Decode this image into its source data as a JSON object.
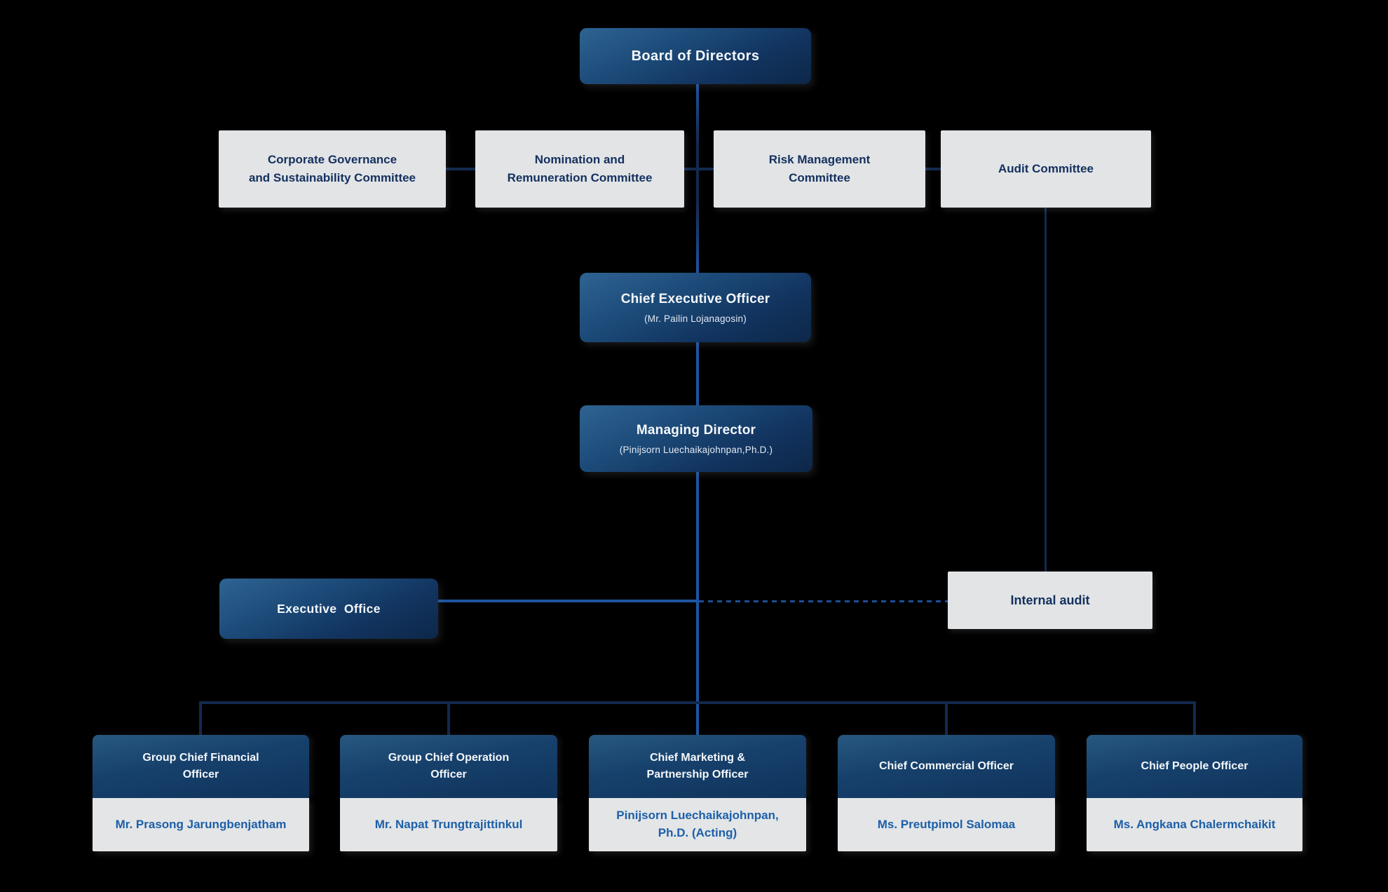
{
  "colors": {
    "background": "#000000",
    "box_blue_gradient_top": "#2e6392",
    "box_blue_gradient_bottom": "#0d2748",
    "box_gray": "#e2e4e6",
    "text_on_blue": "#f4f7fa",
    "text_navy": "#14305e",
    "text_name_blue": "#1d5fa8",
    "connector_dark": "#13294e",
    "connector_bright": "#1d55a2"
  },
  "nodes": {
    "board": {
      "label": "Board of Directors"
    },
    "committees": [
      {
        "label": "Corporate Governance\nand Sustainability Committee"
      },
      {
        "label": "Nomination and\nRemuneration Committee"
      },
      {
        "label": "Risk Management\nCommittee"
      },
      {
        "label": "Audit Committee"
      }
    ],
    "ceo": {
      "title": "Chief Executive Officer",
      "name": "(Mr. Pailin Lojanagosin)"
    },
    "md": {
      "title": "Managing Director",
      "name": "(Pinijsorn Luechaikajohnpan,Ph.D.)"
    },
    "executive_office": {
      "label": "Executive  Office"
    },
    "internal_audit": {
      "label": "Internal audit"
    },
    "executives": [
      {
        "title": "Group Chief Financial\nOfficer",
        "name": "Mr. Prasong Jarungbenjatham"
      },
      {
        "title": "Group Chief Operation\nOfficer",
        "name": "Mr. Napat Trungtrajittinkul"
      },
      {
        "title": "Chief Marketing &\nPartnership Officer",
        "name": "Pinijsorn Luechaikajohnpan,\nPh.D. (Acting)"
      },
      {
        "title": "Chief Commercial Officer",
        "name": "Ms. Preutpimol Salomaa"
      },
      {
        "title": "Chief People Officer",
        "name": "Ms. Angkana Chalermchaikit"
      }
    ]
  }
}
